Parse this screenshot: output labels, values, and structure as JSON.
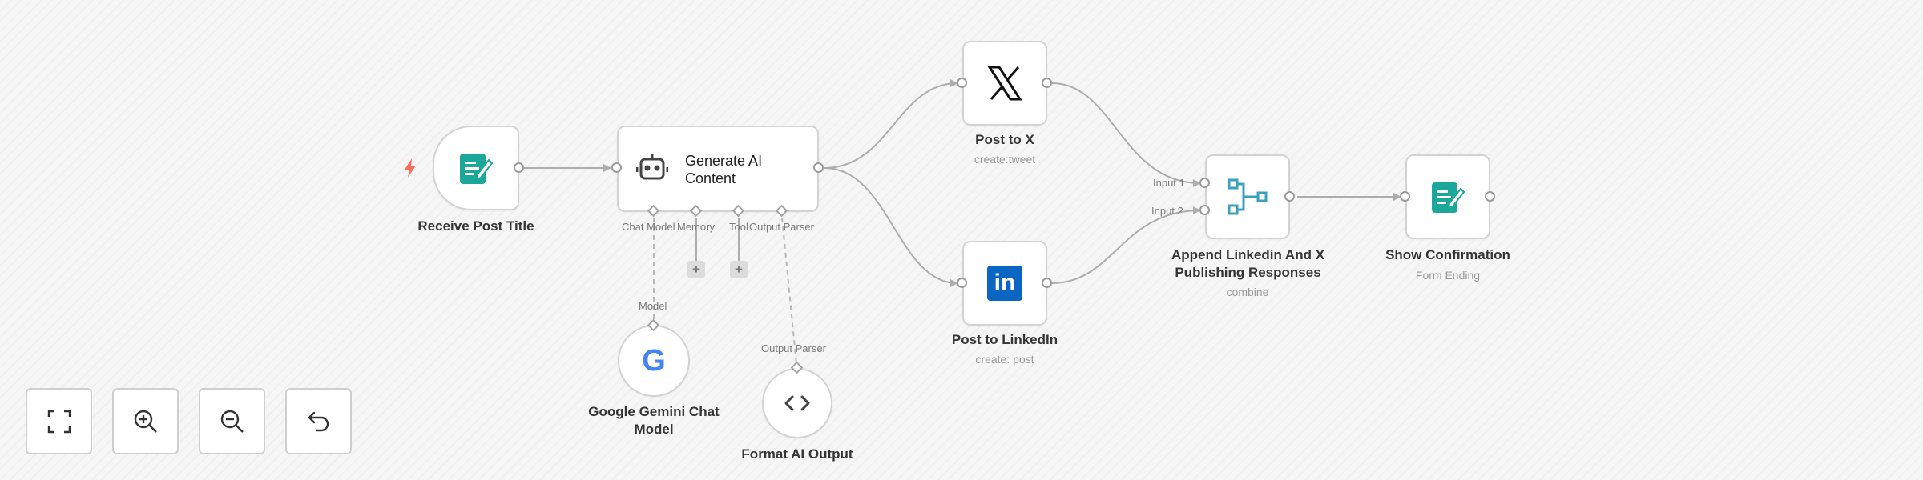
{
  "nodes": {
    "receive_post_title": {
      "label": "Receive Post Title"
    },
    "generate_ai_content": {
      "label": "Generate AI Content",
      "ports": [
        "Chat Model",
        "Memory",
        "Tool",
        "Output Parser"
      ]
    },
    "google_gemini": {
      "label": "Google Gemini Chat Model",
      "port_label": "Model",
      "logo": "G"
    },
    "format_ai_output": {
      "label": "Format AI Output",
      "port_label": "Output Parser"
    },
    "post_to_x": {
      "label": "Post to X",
      "subtitle": "create:tweet"
    },
    "post_to_linkedin": {
      "label": "Post to LinkedIn",
      "subtitle": "create: post",
      "logo": "in"
    },
    "append_responses": {
      "label": "Append Linkedin And X Publishing Responses",
      "subtitle": "combine",
      "inputs": [
        "Input 1",
        "Input 2"
      ]
    },
    "show_confirmation": {
      "label": "Show Confirmation",
      "subtitle": "Form Ending"
    }
  },
  "plus_buttons": {
    "memory": "+",
    "tool": "+"
  },
  "canvas_controls": [
    {
      "name": "fit-view",
      "icon": "fullscreen-icon"
    },
    {
      "name": "zoom-in",
      "icon": "zoom-in-icon"
    },
    {
      "name": "zoom-out",
      "icon": "zoom-out-icon"
    },
    {
      "name": "reset-zoom",
      "icon": "undo-icon"
    }
  ],
  "colors": {
    "teal": "#1ba89b",
    "linkedin": "#0a66c2",
    "trigger_bolt": "#ff6d5a",
    "merge_icon": "#3aa0c0",
    "edge": "#adadad"
  }
}
